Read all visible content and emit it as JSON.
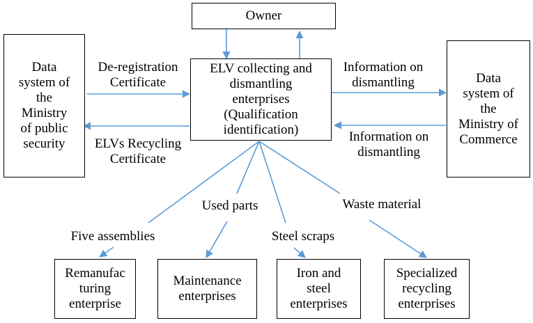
{
  "nodes": {
    "owner": "Owner",
    "elv_enterprise": "ELV collecting and\ndismantling\nenterprises\n(Qualification\nidentification)",
    "public_security": "Data\nsystem of\nthe\nMinistry\nof public\nsecurity",
    "commerce": "Data\nsystem of\nthe\nMinistry of\nCommerce",
    "remanufacturing": "Remanufac\nturing\nenterprise",
    "maintenance": "Maintenance\nenterprises",
    "iron_steel": "Iron and\nsteel\nenterprises",
    "recycling": "Specialized\nrecycling\nenterprises"
  },
  "edge_labels": {
    "deregistration": "De-registration\nCertificate",
    "recycling_cert": "ELVs Recycling\nCertificate",
    "info_top": "Information on\ndismantling",
    "info_bottom": "Information on\ndismantling",
    "five_assemblies": "Five assemblies",
    "used_parts": "Used parts",
    "steel_scraps": "Steel scraps",
    "waste_material": "Waste material"
  },
  "colors": {
    "arrow": "#5b9bd5",
    "border": "#000000"
  }
}
